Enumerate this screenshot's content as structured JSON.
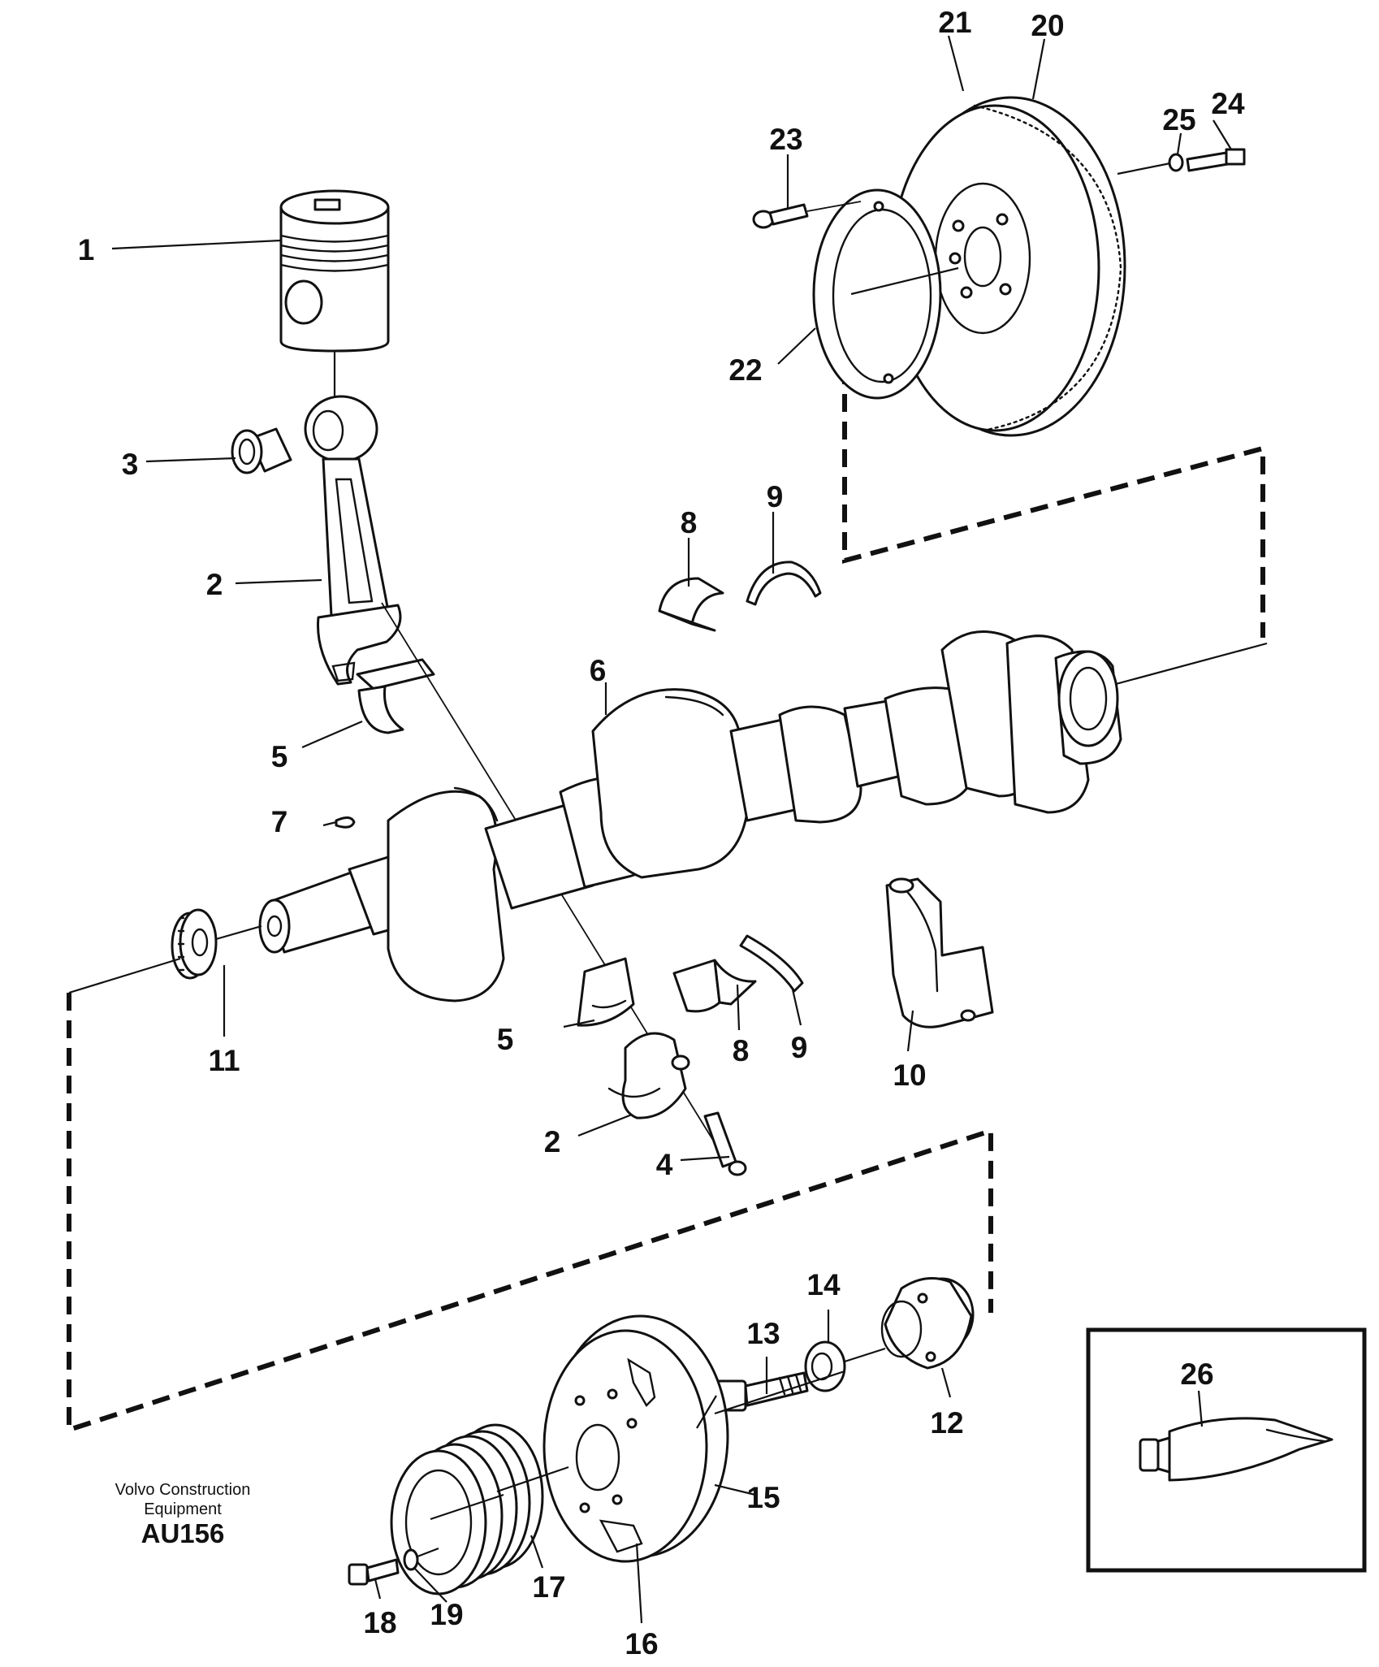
{
  "footer": {
    "company_line1": "Volvo Construction",
    "company_line2": "Equipment",
    "code": "AU156"
  },
  "callouts": {
    "c1": "1",
    "c2a": "2",
    "c2b": "2",
    "c3": "3",
    "c4": "4",
    "c5a": "5",
    "c5b": "5",
    "c6": "6",
    "c7": "7",
    "c8a": "8",
    "c8b": "8",
    "c9a": "9",
    "c9b": "9",
    "c10": "10",
    "c11": "11",
    "c12": "12",
    "c13": "13",
    "c14": "14",
    "c15": "15",
    "c16": "16",
    "c17": "17",
    "c18": "18",
    "c19": "19",
    "c20": "20",
    "c21": "21",
    "c22": "22",
    "c23": "23",
    "c24": "24",
    "c25": "25",
    "c26": "26"
  }
}
